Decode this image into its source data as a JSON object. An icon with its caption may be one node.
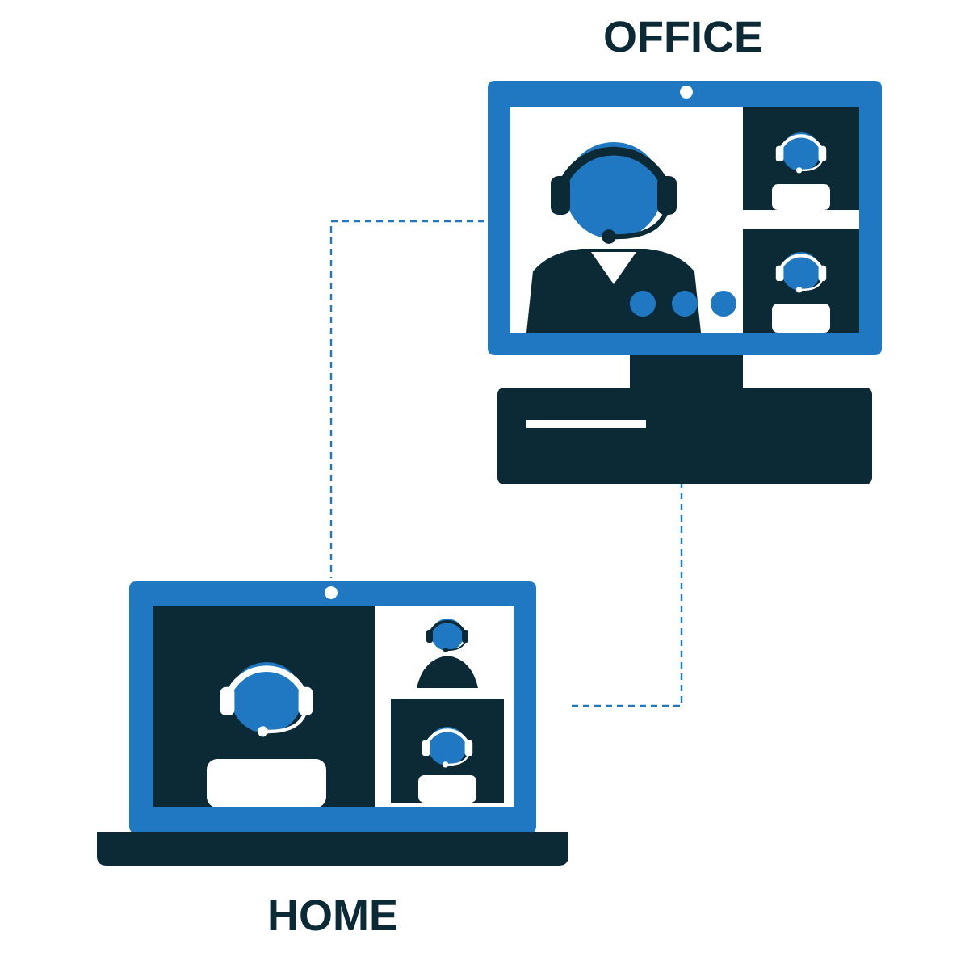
{
  "diagram": {
    "nodes": [
      {
        "text": [
          "OFFICE"
        ]
      },
      {
        "text": [
          "HOME"
        ]
      }
    ],
    "edges": [
      {
        "from": 0,
        "to": 1,
        "arrow": "none",
        "style": "dashed"
      },
      {
        "from": 1,
        "to": 0,
        "arrow": "none",
        "style": "dashed"
      }
    ]
  }
}
